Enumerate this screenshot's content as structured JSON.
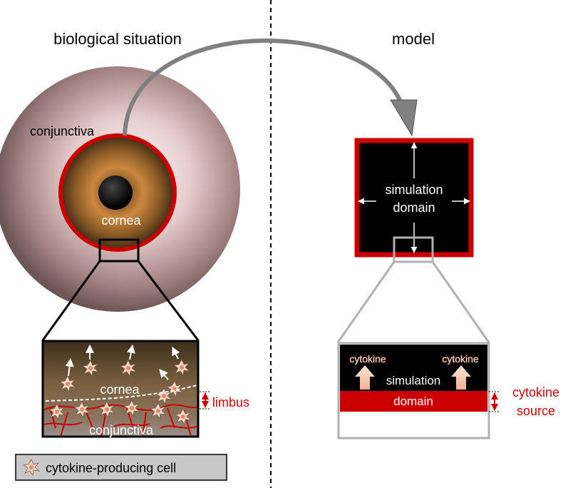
{
  "left_panel": {
    "title": "biological situation",
    "eye": {
      "conjunctiva_label": "conjunctiva",
      "cornea_label": "cornea"
    },
    "zoom": {
      "cornea_label": "cornea",
      "limbus_label": "limbus",
      "conjunctiva_label": "conjunctiva"
    },
    "legend": {
      "label": "cytokine-producing cell",
      "icon": "cell-icon"
    }
  },
  "right_panel": {
    "title": "model",
    "domain": {
      "line1": "simulation",
      "line2": "domain"
    },
    "zoom": {
      "cytokine_left": "cytokine",
      "cytokine_right": "cytokine",
      "sim_line1": "simulation",
      "sim_line2": "domain",
      "source_line1": "cytokine",
      "source_line2": "source"
    }
  },
  "colors": {
    "limbus_red": "#cc0000",
    "label_red": "#cc0000",
    "divider": "#000000",
    "arrow_gray": "#808080",
    "domain_fill": "#000000",
    "legend_bg": "#c8c8c8"
  }
}
